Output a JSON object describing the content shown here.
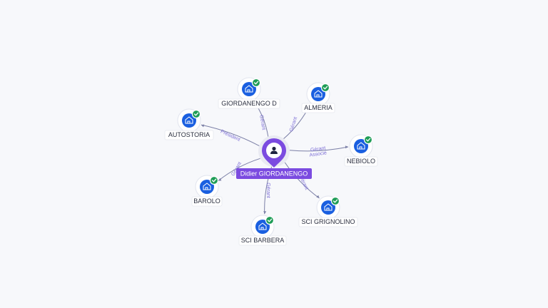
{
  "center": {
    "label": "Didier GIORDANENGO",
    "icon": "person-icon"
  },
  "colors": {
    "accent": "#7b4be0",
    "company": "#1a5fe0",
    "verified": "#1f9d57",
    "edge_text": "#7d6fd6"
  },
  "nodes": [
    {
      "id": "giordanengo-d",
      "label": "GIORDANENGO D",
      "icon": "building-icon",
      "verified": true
    },
    {
      "id": "almeria",
      "label": "ALMERIA",
      "icon": "building-icon",
      "verified": true
    },
    {
      "id": "autostoria",
      "label": "AUTOSTORIA",
      "icon": "building-icon",
      "verified": true
    },
    {
      "id": "nebiolo",
      "label": "NEBIOLO",
      "icon": "building-icon",
      "verified": true
    },
    {
      "id": "barolo",
      "label": "BAROLO",
      "icon": "building-icon",
      "verified": true
    },
    {
      "id": "sci-grignolino",
      "label": "SCI GRIGNOLINO",
      "icon": "building-icon",
      "verified": true
    },
    {
      "id": "sci-barbera",
      "label": "SCI BARBERA",
      "icon": "building-icon",
      "verified": true
    }
  ],
  "edges": [
    {
      "to": "giordanengo-d",
      "label": "Gérant"
    },
    {
      "to": "almeria",
      "label": "Gérant"
    },
    {
      "to": "autostoria",
      "label": "Président"
    },
    {
      "to": "nebiolo",
      "label": "Gérant",
      "label2": "Associé"
    },
    {
      "to": "barolo",
      "label": "Gérant"
    },
    {
      "to": "sci-grignolino",
      "label": "Gérant"
    },
    {
      "to": "sci-barbera",
      "label": "Gérant"
    }
  ]
}
